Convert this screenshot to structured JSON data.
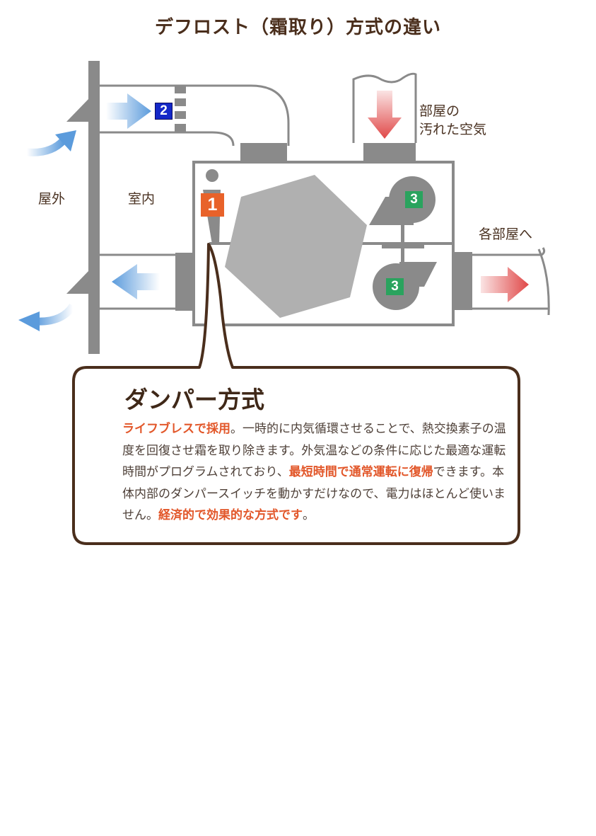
{
  "title": "デフロスト（霜取り）方式の違い",
  "labels": {
    "outdoor": "屋外",
    "indoor": "室内",
    "dirty_air_1": "部屋の",
    "dirty_air_2": "汚れた空気",
    "to_rooms": "各部屋へ"
  },
  "badges": {
    "damper": "1",
    "vent": "2",
    "fan_top": "3",
    "fan_bottom": "3"
  },
  "callout": {
    "heading": "ダンパー方式",
    "segments": [
      {
        "text": "ライフブレスで採用",
        "highlight": true
      },
      {
        "text": "。一時的に内気循環させることで、熱交換素子の温度を回復させ霜を取り除きます。外気温などの条件に応じた最適な運転時間がプログラムされており、",
        "highlight": false
      },
      {
        "text": "最短時間で通常運転に復帰",
        "highlight": true
      },
      {
        "text": "できます。本体内部のダンパースイッチを動かすだけなので、電力はほとんど使いません。",
        "highlight": false
      },
      {
        "text": "経済的で効果的な方式です",
        "highlight": true
      },
      {
        "text": "。",
        "highlight": false
      }
    ]
  },
  "colors": {
    "accent_orange": "#e8622a",
    "accent_blue": "#1428c8",
    "accent_green": "#2aa35e",
    "outline_brown": "#4a2e1c",
    "duct_gray": "#8a8a8a",
    "element_gray": "#b0b0b0"
  }
}
